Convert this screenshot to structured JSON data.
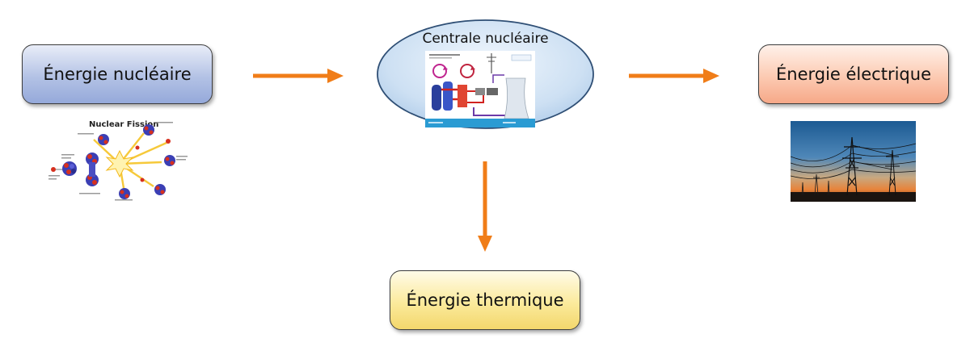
{
  "nodes": {
    "nuclear_energy": "Énergie nucléaire",
    "power_plant": "Centrale nucléaire",
    "electric_energy": "Énergie électrique",
    "thermal_energy": "Énergie thermique"
  },
  "fission_image": {
    "title": "Nuclear Fission"
  },
  "colors": {
    "arrow": "#f07d18",
    "nuclear_box": "#b3c2e5",
    "electric_box": "#fccab2",
    "thermal_box": "#fbea9c",
    "plant_ellipse": "#cde0f3"
  }
}
